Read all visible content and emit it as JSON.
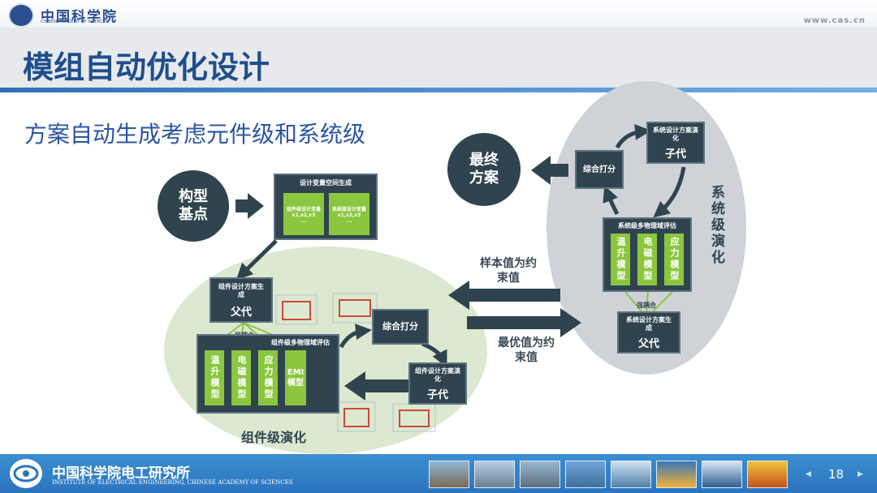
{
  "header": {
    "org_name_cn": "中国科学院",
    "org_name_en": "CHINESE ACADEMY OF SCIENCES",
    "url": "www.cas.cn"
  },
  "slide": {
    "title": "模组自动优化设计",
    "subtitle": "方案自动生成考虑元件级和系统级"
  },
  "diagram": {
    "base_line1": "构型",
    "base_line2": "基点",
    "design_space": {
      "title": "设计变量空间生成",
      "left_title": "组件级设计变量",
      "left_vars": "x1,x2,x3",
      "left_more": "...",
      "right_title": "系统级设计变量",
      "right_vars": "x1,x2,x3",
      "right_more": "..."
    },
    "comp_parent_title": "组件设计方案生成",
    "comp_parent_label": "父代",
    "strong_coupling": "强耦合",
    "comp_eval_title": "组件级多物理域评估",
    "comp_models": [
      "温升模型",
      "电磁模型",
      "应力模型",
      "EMI模型"
    ],
    "comp_score": "综合打分",
    "comp_child_title": "组件设计方案演化",
    "comp_child_label": "子代",
    "comp_evolution": "组件级演化",
    "final_line1": "最终",
    "final_line2": "方案",
    "sys_score": "综合打分",
    "sys_child_title": "系统设计方案演化",
    "sys_child_label": "子代",
    "sys_eval_title": "系统级多物理域评估",
    "sys_models": [
      "温升模型",
      "电磁模型",
      "应力模型"
    ],
    "sys_strong_coupling": "强耦合",
    "sys_parent_title": "系统设计方案生成",
    "sys_parent_label": "父代",
    "sys_evolution": "系统级演化",
    "sample_constraint": "样本值为约束值",
    "optimal_constraint": "最优值为约束值"
  },
  "footer": {
    "institute_cn": "中国科学院电工研究所",
    "institute_en": "INSTITUTE OF ELECTRICAL ENGINEERING, CHINESE ACADEMY OF SCIENCES",
    "page_number": "18"
  },
  "colors": {
    "title_blue": "#1f4e8c",
    "dark_box": "#2f444f",
    "green_box": "#8bc63f",
    "footer_blue": "#2b74bd"
  }
}
